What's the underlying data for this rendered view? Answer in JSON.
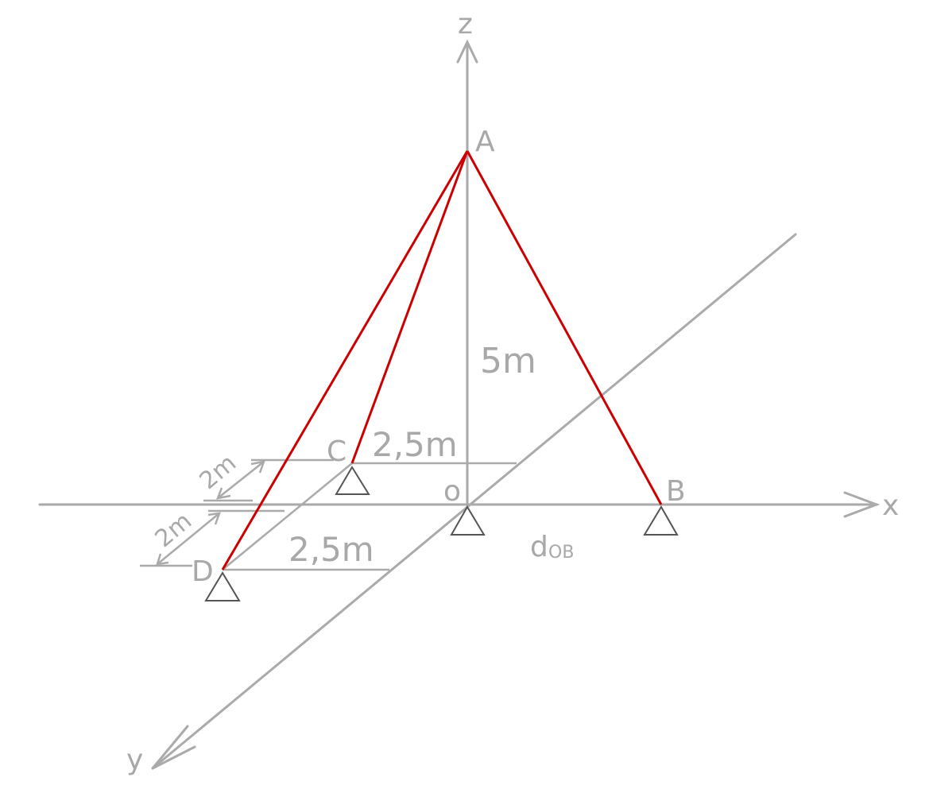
{
  "axes": {
    "x": "x",
    "y": "y",
    "z": "z",
    "origin": "o"
  },
  "points": {
    "A": "A",
    "B": "B",
    "C": "C",
    "D": "D"
  },
  "dimensions": {
    "height": "5m",
    "c_offset_x": "2,5m",
    "d_offset_x": "2,5m",
    "c_offset_y": "2m",
    "d_offset_y": "2m",
    "ob_distance_main": "d",
    "ob_distance_sub": "OB"
  },
  "colors": {
    "axis": "#aaaaaa",
    "member": "#cc0000",
    "support": "#555555",
    "label": "#a8a8a8"
  }
}
